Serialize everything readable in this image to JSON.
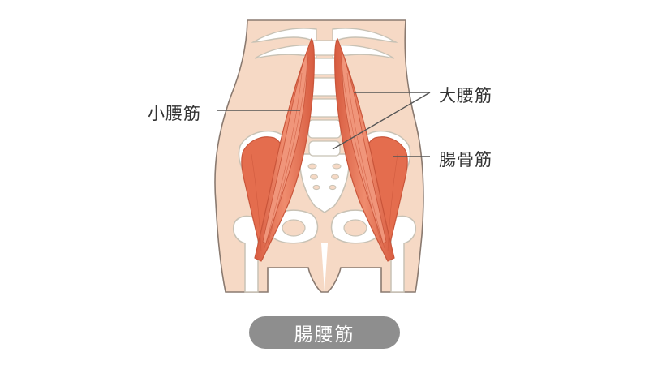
{
  "labels": {
    "psoas_minor": "小腰筋",
    "psoas_major": "大腰筋",
    "iliacus": "腸骨筋"
  },
  "title": "腸腰筋",
  "colors": {
    "skin": "#f6d9c5",
    "skin_outline": "#8a7a70",
    "bone": "#ffffff",
    "bone_outline": "#c8c2b5",
    "muscle": "#e46d4e",
    "muscle_dark": "#c9553a",
    "muscle_light": "#f2a487",
    "pill": "#8e8e8e",
    "leader_line": "#555555"
  }
}
